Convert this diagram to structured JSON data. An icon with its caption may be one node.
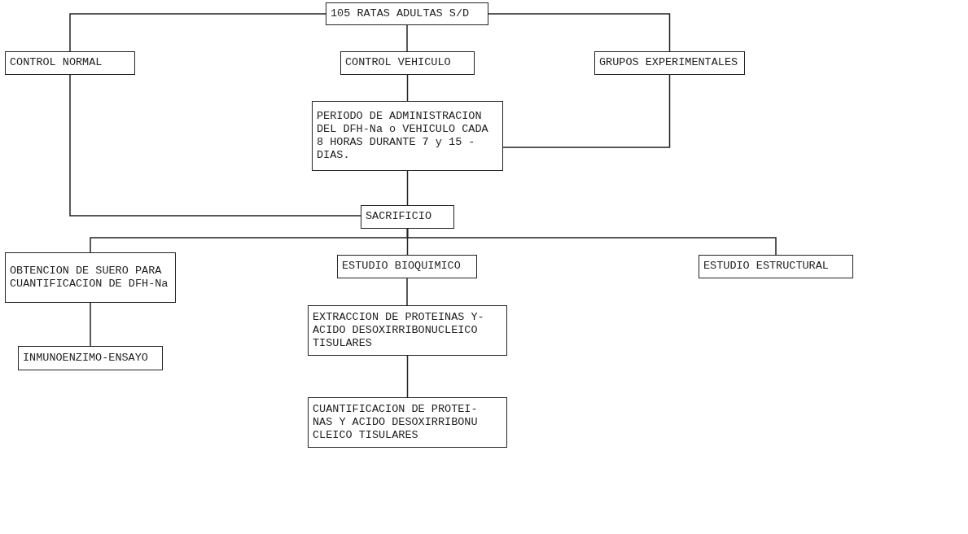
{
  "diagram": {
    "nodes": [
      {
        "text": [
          "105 RATAS ADULTAS S/D"
        ]
      },
      {
        "text": [
          "CONTROL NORMAL"
        ]
      },
      {
        "text": [
          "CONTROL VEHICULO"
        ]
      },
      {
        "text": [
          "GRUPOS EXPERIMENTALES"
        ]
      },
      {
        "text": [
          "PERIODO DE ADMINISTRACION DEL DFH-Na o VEHICULO CADA 8 HORAS DURANTE 7 y 15 - DIAS."
        ]
      },
      {
        "text": [
          "SACRIFICIO"
        ]
      },
      {
        "text": [
          "OBTENCION DE SUERO PARA CUANTIFICACION DE DFH-Na"
        ]
      },
      {
        "text": [
          "ESTUDIO BIOQUIMICO"
        ]
      },
      {
        "text": [
          "ESTUDIO ESTRUCTURAL"
        ]
      },
      {
        "text": [
          "INMUNOENZIMO-ENSAYO"
        ]
      },
      {
        "text": [
          "EXTRACCION DE PROTEINAS Y- ACIDO DESOXIRRIBONUCLEICO TISULARES"
        ]
      },
      {
        "text": [
          "CUANTIFICACION DE PROTEI- NAS Y ACIDO DESOXIRRIBONU CLEICO TISULARES"
        ]
      }
    ],
    "edges": [
      {
        "from": 0,
        "to": 1,
        "arrow": "none"
      },
      {
        "from": 0,
        "to": 2,
        "arrow": "none"
      },
      {
        "from": 0,
        "to": 3,
        "arrow": "none"
      },
      {
        "from": 2,
        "to": 4,
        "arrow": "none"
      },
      {
        "from": 3,
        "to": 4,
        "arrow": "none"
      },
      {
        "from": 4,
        "to": 5,
        "arrow": "none"
      },
      {
        "from": 1,
        "to": 5,
        "arrow": "none"
      },
      {
        "from": 5,
        "to": 6,
        "arrow": "none"
      },
      {
        "from": 5,
        "to": 7,
        "arrow": "none"
      },
      {
        "from": 5,
        "to": 8,
        "arrow": "none"
      },
      {
        "from": 6,
        "to": 9,
        "arrow": "none"
      },
      {
        "from": 7,
        "to": 10,
        "arrow": "none"
      },
      {
        "from": 10,
        "to": 11,
        "arrow": "none"
      }
    ]
  }
}
